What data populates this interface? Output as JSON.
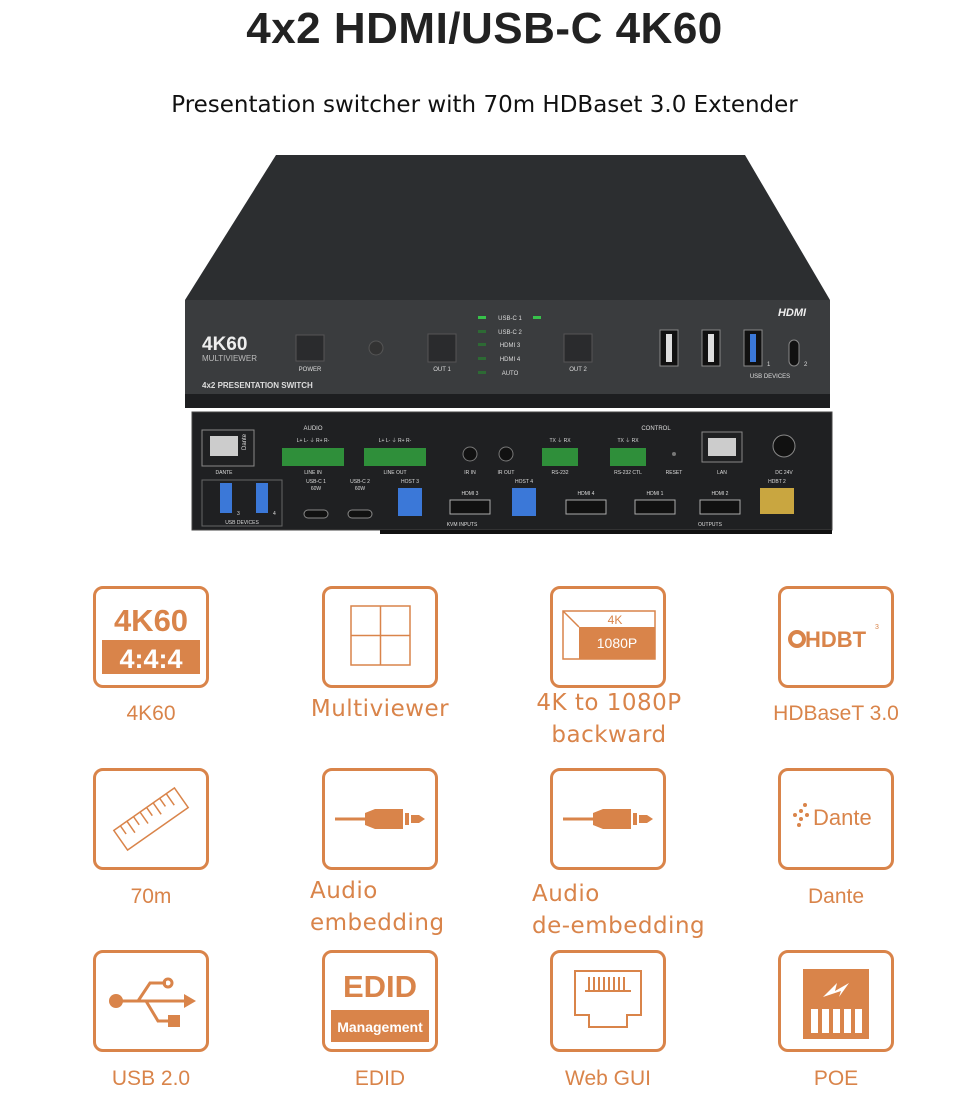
{
  "title": "4x2 HDMI/USB-C 4K60",
  "subtitle": "Presentation switcher with 70m HDBaset 3.0 Extender",
  "device": {
    "badge": "4K60",
    "badge_sub": "MULTIVIEWER",
    "model": "4x2 PRESENTATION SWITCH",
    "hdmi_logo": "HDMI",
    "front_buttons": [
      "POWER",
      "OUT 1",
      "OUT 2"
    ],
    "sources": [
      "USB-C 1",
      "USB-C 2",
      "HDMI 3",
      "HDMI 4",
      "AUTO"
    ],
    "usb_devices_label": "USB DEVICES",
    "usb_port_numbers": [
      "1",
      "2",
      "3",
      "4"
    ],
    "rear_labels": {
      "audio": "AUDIO",
      "control": "CONTROL",
      "dante": "DANTE",
      "dante_logo": "Dante",
      "line_in": "LINE IN",
      "line_out": "LINE OUT",
      "audio_pins": "L+  L-  ⏚  R+  R-",
      "ir_in": "IR IN",
      "ir_out": "IR OUT",
      "rs232_pins": "TX  ⏚  RX",
      "rs232": "RS-232",
      "rs232_ctl": "RS-232 CTL",
      "reset": "RESET",
      "lan": "LAN",
      "dc": "DC 24V",
      "usb_devices": "USB DEVICES",
      "usbc1": "USB-C 1",
      "usbc2": "USB-C 2",
      "watt": "60W",
      "host3": "HOST 3",
      "host4": "HOST 4",
      "hdmi3": "HDMI 3",
      "hdmi4": "HDMI 4",
      "kvm_inputs": "KVM INPUTS",
      "out_hdmi1": "HDMI 1",
      "out_hdmi2": "HDMI 2",
      "hdbt2": "HDBT 2",
      "outputs": "OUTPUTS"
    }
  },
  "features": [
    {
      "label": "4K60",
      "icon": "4k60-444-icon",
      "icon_text_top": "4K60",
      "icon_text_bottom": "4:4:4"
    },
    {
      "label": "Multiviewer",
      "icon": "multiviewer-grid-icon"
    },
    {
      "label": "4K to 1080P\nbackward",
      "icon": "downscale-icon",
      "icon_text_top": "4K",
      "icon_text_bottom": "1080P"
    },
    {
      "label": "HDBaseT 3.0",
      "icon": "hdbt-logo-icon",
      "icon_text": "HDBT",
      "icon_sup": "3"
    },
    {
      "label": "70m",
      "icon": "ruler-icon"
    },
    {
      "label": "Audio\nembedding",
      "icon": "audio-jack-icon"
    },
    {
      "label": "Audio\nde-embedding",
      "icon": "audio-jack-icon"
    },
    {
      "label": "Dante",
      "icon": "dante-logo-icon",
      "icon_text": "Dante"
    },
    {
      "label": "USB 2.0",
      "icon": "usb-icon"
    },
    {
      "label": "EDID",
      "icon": "edid-icon",
      "icon_text_top": "EDID",
      "icon_text_bottom": "Management"
    },
    {
      "label": "Web GUI",
      "icon": "ethernet-port-icon"
    },
    {
      "label": "POE",
      "icon": "poe-icon"
    }
  ],
  "colors": {
    "accent": "#d9844a",
    "device_dark": "#2b2d2f",
    "led_green": "#37c24a"
  }
}
